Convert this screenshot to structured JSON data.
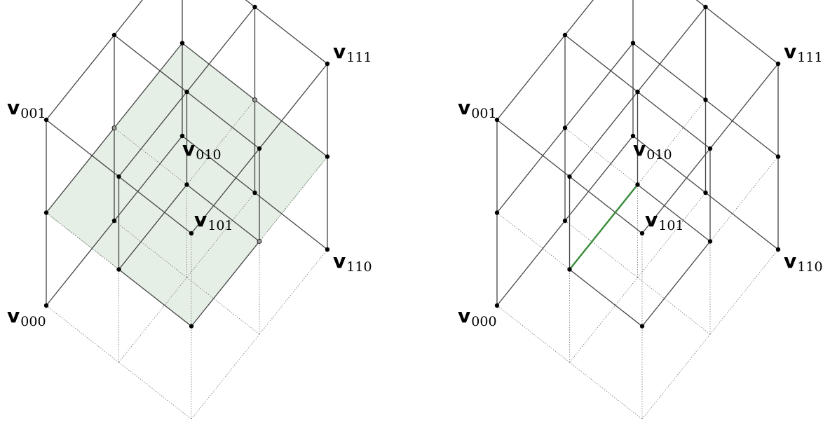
{
  "diagrams": [
    {
      "id": "left",
      "highlight": "plane",
      "vertex_labels": [
        {
          "key": "v101",
          "base": "v",
          "sub": "101"
        },
        {
          "key": "v001",
          "base": "v",
          "sub": "001"
        },
        {
          "key": "v111",
          "base": "v",
          "sub": "111"
        },
        {
          "key": "v000",
          "base": "v",
          "sub": "000"
        },
        {
          "key": "v110",
          "base": "v",
          "sub": "110"
        },
        {
          "key": "v010",
          "base": "v",
          "sub": "010"
        }
      ]
    },
    {
      "id": "right",
      "highlight": "edge",
      "vertex_labels": [
        {
          "key": "v101",
          "base": "v",
          "sub": "101"
        },
        {
          "key": "v001",
          "base": "v",
          "sub": "001"
        },
        {
          "key": "v111",
          "base": "v",
          "sub": "111"
        },
        {
          "key": "v000",
          "base": "v",
          "sub": "000"
        },
        {
          "key": "v110",
          "base": "v",
          "sub": "110"
        },
        {
          "key": "v010",
          "base": "v",
          "sub": "010"
        }
      ]
    }
  ],
  "colors": {
    "edge": "#444444",
    "hidden_edge": "#777777",
    "vertex": "#000000",
    "plane_fill": "#e5efe5",
    "plane_stroke": "#7fa67f",
    "highlight_edge": "#3a8c3a",
    "ghost_vertex": "#9a9a9a"
  }
}
